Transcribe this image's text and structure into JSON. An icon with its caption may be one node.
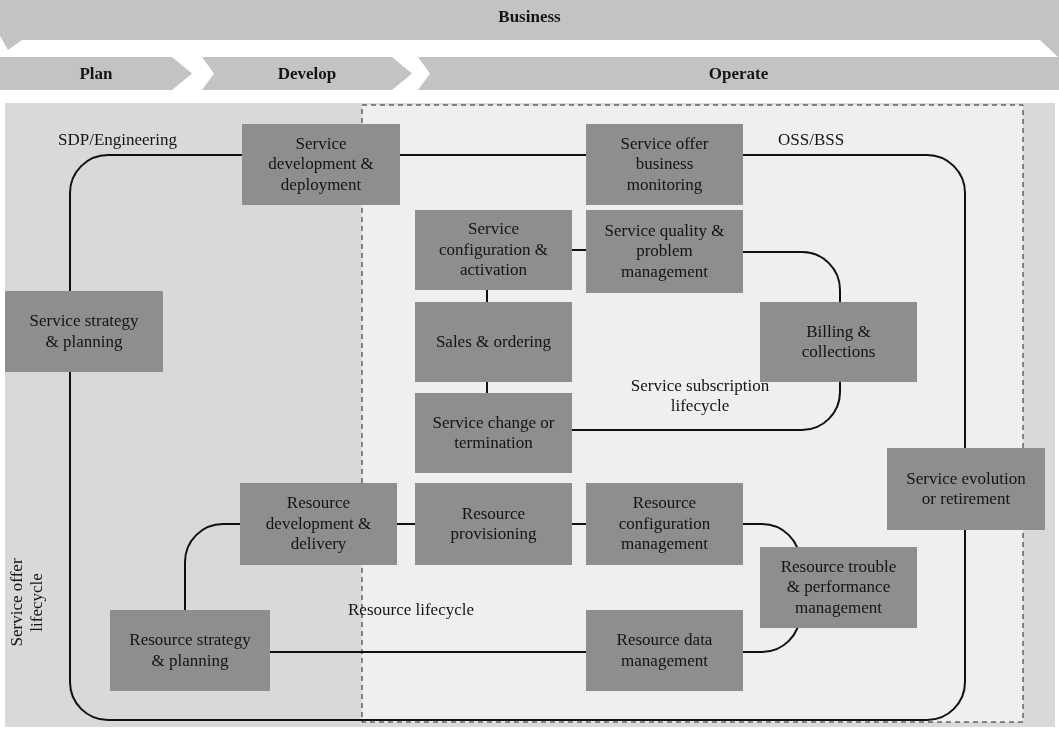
{
  "diagram": {
    "nodes": [
      {
        "text": [
          "Business"
        ]
      },
      {
        "text": [
          "Plan"
        ]
      },
      {
        "text": [
          "Develop"
        ]
      },
      {
        "text": [
          "Operate"
        ]
      },
      {
        "text": [
          "Service development & deployment"
        ]
      },
      {
        "text": [
          "Service offer business monitoring"
        ]
      },
      {
        "text": [
          "Service configuration & activation"
        ]
      },
      {
        "text": [
          "Service quality & problem management"
        ]
      },
      {
        "text": [
          "Service strategy & planning"
        ]
      },
      {
        "text": [
          "Sales & ordering"
        ]
      },
      {
        "text": [
          "Billing & collections"
        ]
      },
      {
        "text": [
          "Service change or termination"
        ]
      },
      {
        "text": [
          "Service evolution or retirement"
        ]
      },
      {
        "text": [
          "Resource development & delivery"
        ]
      },
      {
        "text": [
          "Resource provisioning"
        ]
      },
      {
        "text": [
          "Resource configuration management"
        ]
      },
      {
        "text": [
          "Resource trouble & performance management"
        ]
      },
      {
        "text": [
          "Resource strategy & planning"
        ]
      },
      {
        "text": [
          "Resource data management"
        ]
      }
    ],
    "edges": [
      {
        "from": 8,
        "to": 4,
        "arrow": "none"
      },
      {
        "from": 4,
        "to": 5,
        "arrow": "none"
      },
      {
        "from": 5,
        "to": 12,
        "arrow": "none"
      },
      {
        "from": 12,
        "to": 8,
        "arrow": "none"
      },
      {
        "from": 6,
        "to": 7,
        "arrow": "none"
      },
      {
        "from": 7,
        "to": 10,
        "arrow": "none"
      },
      {
        "from": 10,
        "to": 11,
        "arrow": "none"
      },
      {
        "from": 6,
        "to": 9,
        "arrow": "none"
      },
      {
        "from": 9,
        "to": 11,
        "arrow": "none"
      },
      {
        "from": 17,
        "to": 13,
        "arrow": "none"
      },
      {
        "from": 13,
        "to": 14,
        "arrow": "none"
      },
      {
        "from": 14,
        "to": 15,
        "arrow": "none"
      },
      {
        "from": 15,
        "to": 16,
        "arrow": "none"
      },
      {
        "from": 16,
        "to": 18,
        "arrow": "none"
      },
      {
        "from": 18,
        "to": 17,
        "arrow": "none"
      }
    ],
    "labels": [
      "SDP/Engineering",
      "OSS/BSS",
      "Service subscription lifecycle",
      "Resource lifecycle",
      "Service offer lifecycle"
    ]
  }
}
